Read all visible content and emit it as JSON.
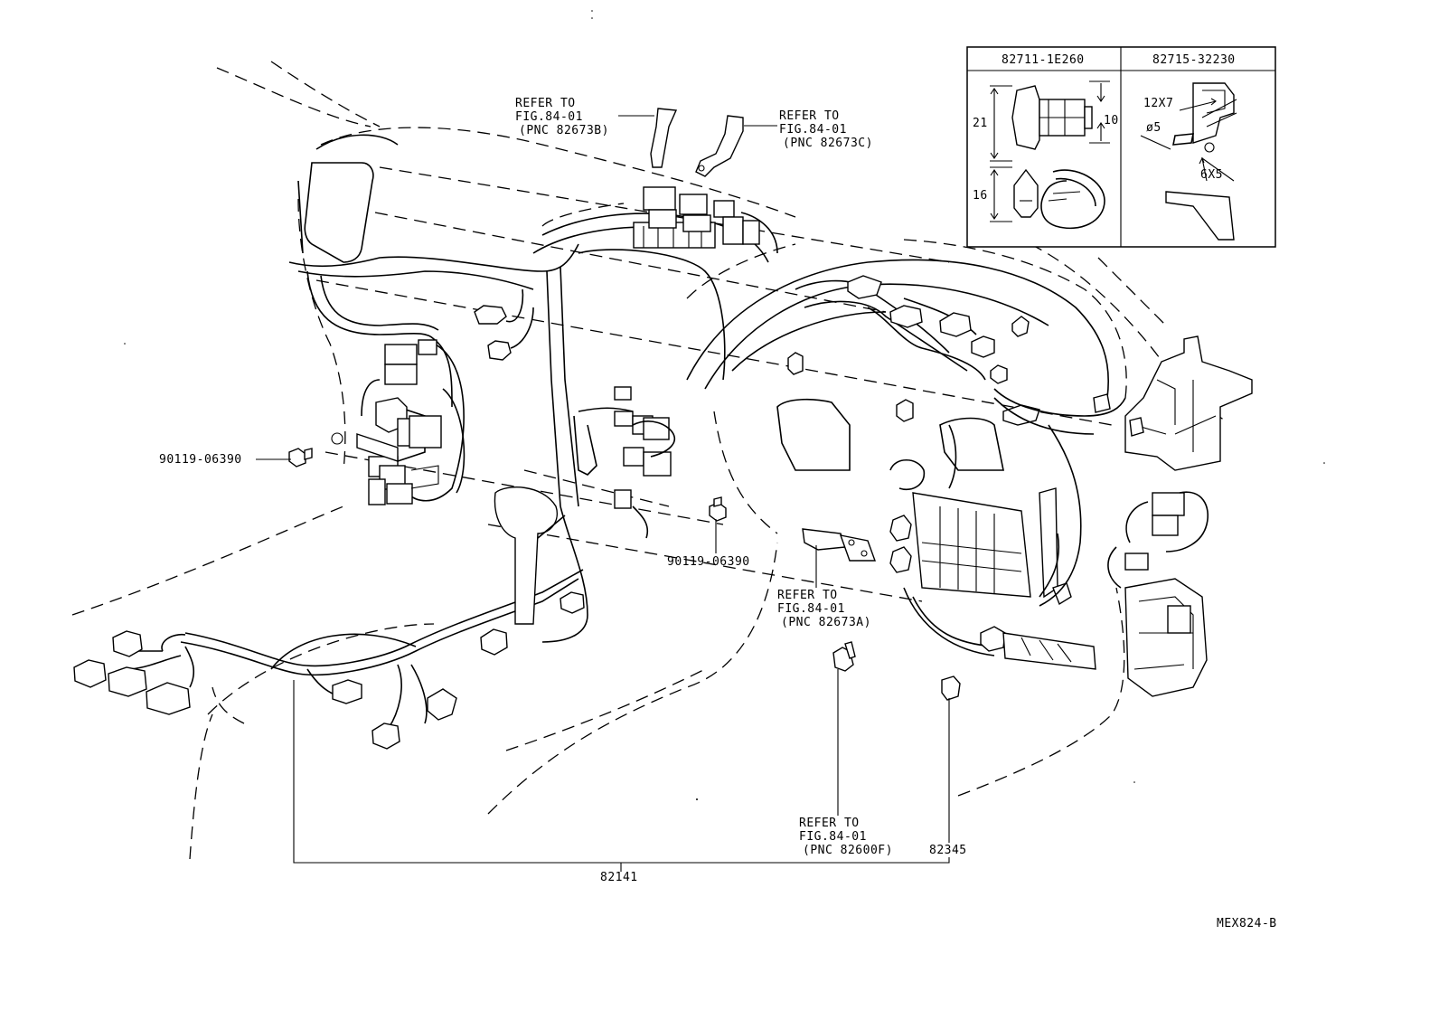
{
  "inset": {
    "headers": [
      "82711-1E260",
      "82715-32230"
    ],
    "dims_left": [
      "21",
      "10",
      "16"
    ],
    "dims_right": [
      "12X7",
      "ø5",
      "6X5"
    ]
  },
  "callouts": {
    "ref_82673B": [
      "REFER TO",
      "FIG.84-01",
      "(PNC 82673B)"
    ],
    "ref_82673C": [
      "REFER TO",
      "FIG.84-01",
      "(PNC 82673C)"
    ],
    "ref_82673A": [
      "REFER TO",
      "FIG.84-01",
      "(PNC 82673A)"
    ],
    "ref_82600F": [
      "REFER TO",
      "FIG.84-01",
      "(PNC 82600F)"
    ],
    "bolt_left": "90119-06390",
    "bolt_center": "90119-06390",
    "part_82345": "82345",
    "part_82141": "82141"
  },
  "figure_code": "MEX824-B"
}
